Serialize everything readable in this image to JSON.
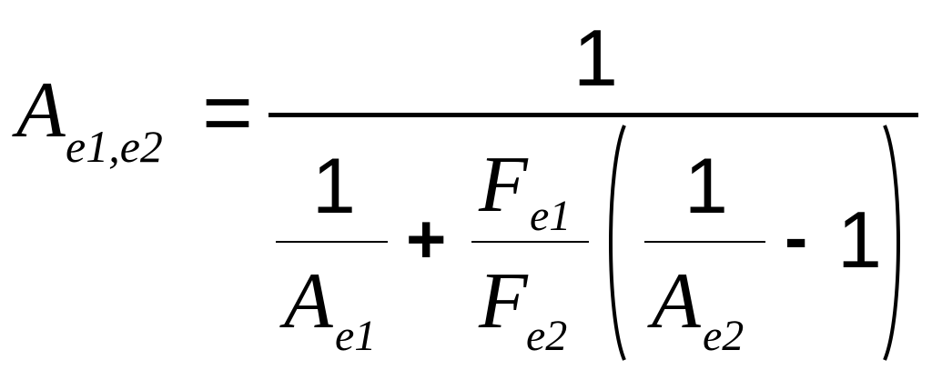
{
  "equation": {
    "lhs": {
      "symbol": "A",
      "subscript": "e1,e2"
    },
    "equals": "=",
    "numerator": "1",
    "denominator": {
      "term1": {
        "numerator": "1",
        "denominator_symbol": "A",
        "denominator_subscript": "e1"
      },
      "plus": "+",
      "term2": {
        "numerator_symbol": "F",
        "numerator_subscript": "e1",
        "denominator_symbol": "F",
        "denominator_subscript": "e2"
      },
      "paren_group": {
        "inner_fraction_numerator": "1",
        "inner_fraction_denominator_symbol": "A",
        "inner_fraction_denominator_subscript": "e2",
        "minus": "-",
        "one": "1"
      }
    }
  }
}
